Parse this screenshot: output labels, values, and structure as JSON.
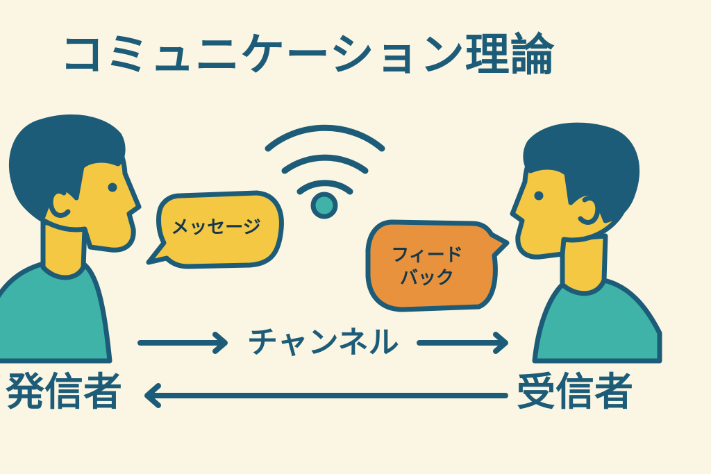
{
  "title": "コミュニケーション理論",
  "sender": {
    "label": "発信者"
  },
  "receiver": {
    "label": "受信者"
  },
  "message": {
    "label": "メッセージ"
  },
  "feedback": {
    "label": "フィード\nバック"
  },
  "channel": {
    "label": "チャンネル"
  },
  "colors": {
    "background": "#fbf6e3",
    "outline": "#1d5c78",
    "skin": "#f5c843",
    "shirt": "#3fb3a8",
    "message_bubble": "#f5c843",
    "feedback_bubble": "#e8923e"
  },
  "icons": [
    "sender-person-icon",
    "receiver-person-icon",
    "signal-icon",
    "arrow-right-icon",
    "arrow-left-icon"
  ]
}
